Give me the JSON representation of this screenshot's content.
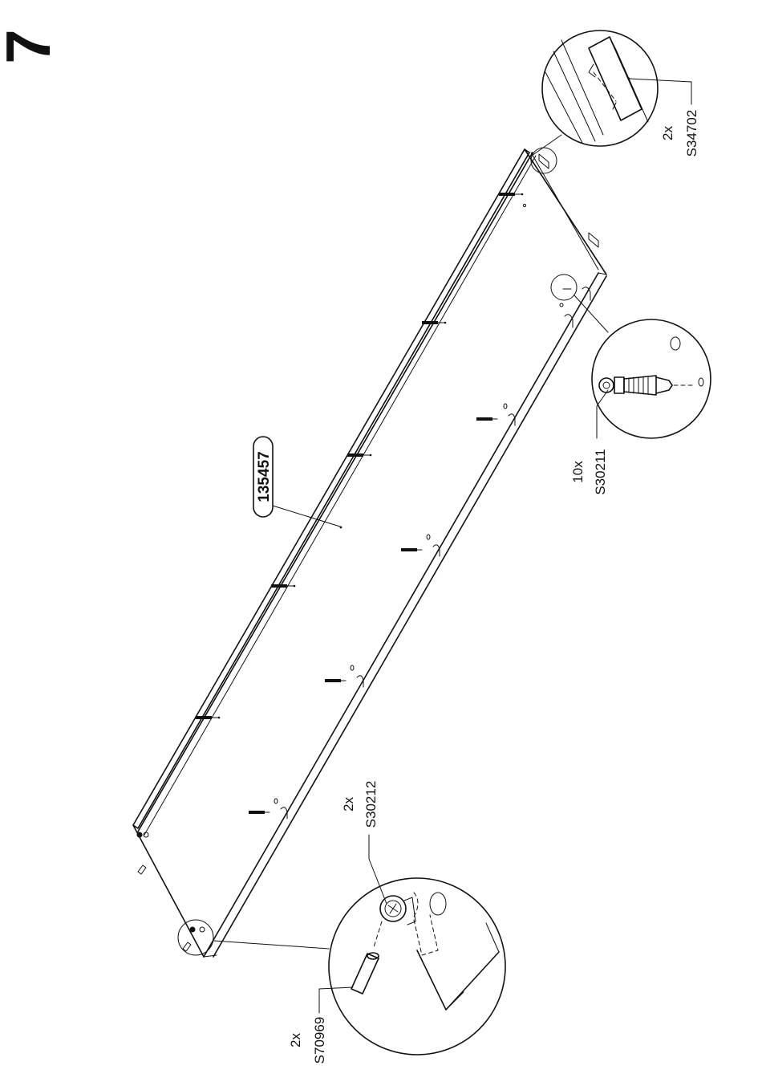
{
  "step": {
    "number": "7"
  },
  "panel": {
    "part_number": "135457"
  },
  "callouts": {
    "cam_lock_dowel": {
      "quantity": "2x",
      "code": "S34702"
    },
    "cam_bolt": {
      "quantity": "10x",
      "code": "S30211"
    },
    "cam_lock": {
      "quantity": "2x",
      "code": "S30212"
    },
    "wood_dowel": {
      "quantity": "2x",
      "code": "S70969"
    }
  }
}
